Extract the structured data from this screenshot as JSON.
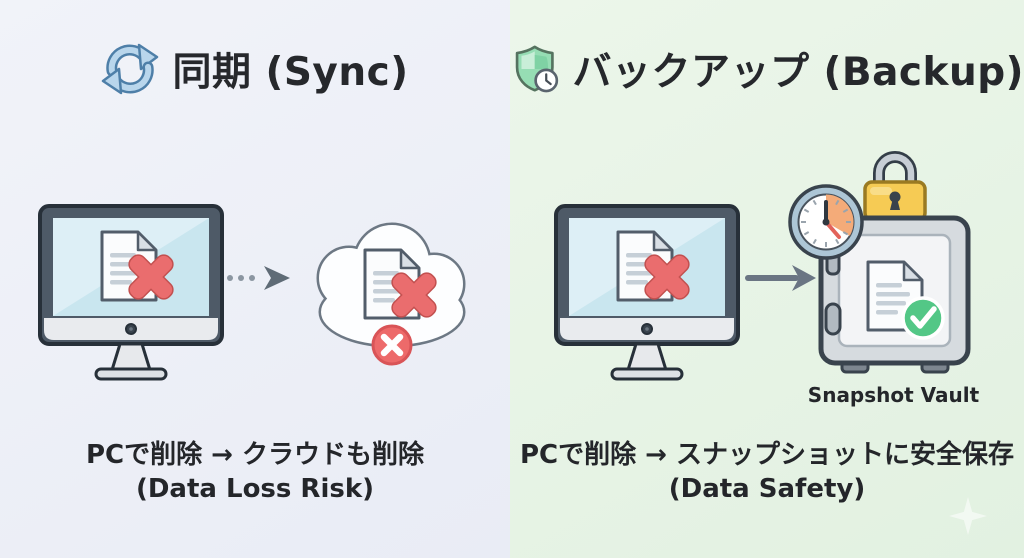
{
  "panels": {
    "sync": {
      "title": "同期 (Sync)",
      "caption_line1": "PCで削除 → クラウドも削除",
      "caption_line2": "(Data Loss Risk)"
    },
    "backup": {
      "title": "バックアップ (Backup)",
      "vault_label": "Snapshot Vault",
      "caption_line1": "PCで削除 → スナップショットに安全保存",
      "caption_line2": "(Data Safety)"
    }
  },
  "icons": {
    "sync_header": "sync-arrows-icon",
    "backup_header": "shield-clock-icon",
    "sync_flow": [
      "monitor-deleted-file-icon",
      "dotted-arrow-icon",
      "cloud-deleted-file-icon"
    ],
    "backup_flow": [
      "monitor-deleted-file-icon",
      "solid-arrow-icon",
      "snapshot-vault-icon"
    ],
    "watermark": "four-point-star-icon"
  },
  "colors": {
    "sync_panel_bg": "#edeff6",
    "backup_panel_bg": "#e7f3e6",
    "heading_text": "#26282c",
    "sync_icon_blue": "#b9d6ec",
    "shield_green": "#96ddb4",
    "error_red": "#ea6d6e",
    "success_green": "#53c786",
    "lock_gold": "#f6cb54",
    "clock_rim_blue": "#adc6d6",
    "clock_orange": "#f4ab79",
    "monitor_frame": "#4e5a67",
    "screen_blue": "#c9e6ef"
  }
}
